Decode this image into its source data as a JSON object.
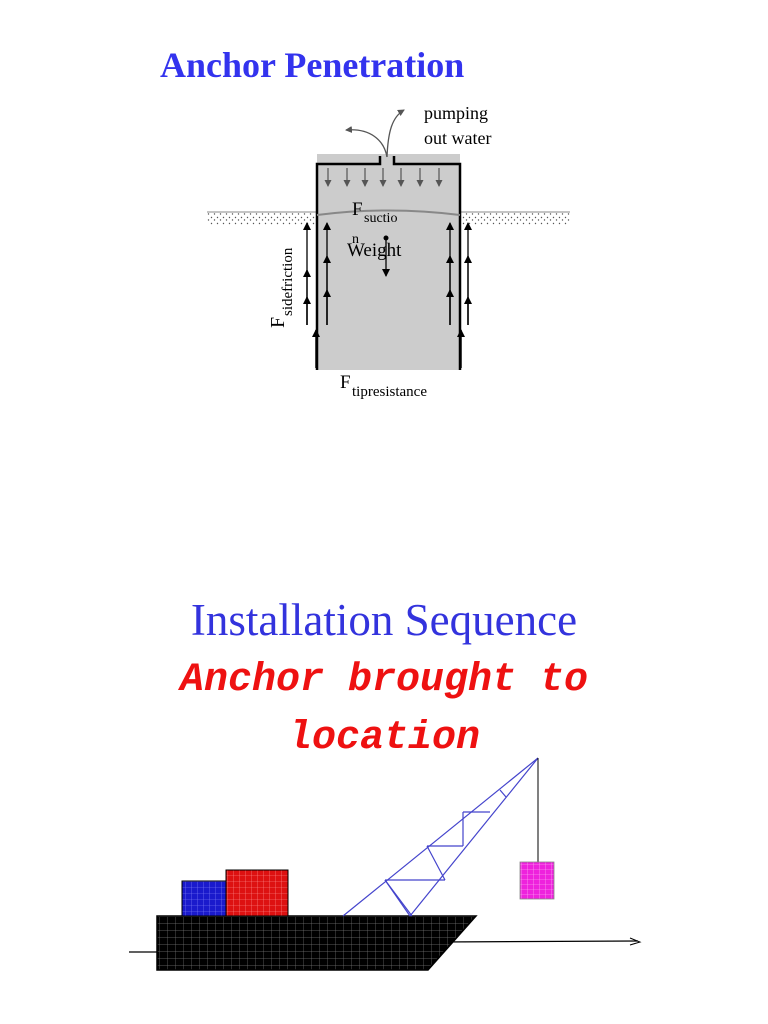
{
  "slide1": {
    "title": "Anchor Penetration",
    "labels": {
      "pumping_line1": "pumping",
      "pumping_line2": "out water",
      "f_suction_main": "F",
      "f_suction_sub_line1": "suctio",
      "f_suction_sub_line2": "n",
      "weight": "Weight",
      "f_side_main": "F",
      "f_side_sub": "sidefriction",
      "f_tip_main": "F",
      "f_tip_sub": "tipresistance"
    }
  },
  "slide2": {
    "title": "Installation Sequence",
    "subtitle_line1": "Anchor brought to",
    "subtitle_line2": "location"
  },
  "colors": {
    "title_blue": "#3333ee",
    "subtitle_red": "#ee1111",
    "anchor_fill": "#cccccc",
    "container_blue": "#1a1acc",
    "container_red": "#dd1111",
    "anchor_magenta": "#ee22dd",
    "crane_blue": "#4444cc",
    "barge": "#000000"
  }
}
